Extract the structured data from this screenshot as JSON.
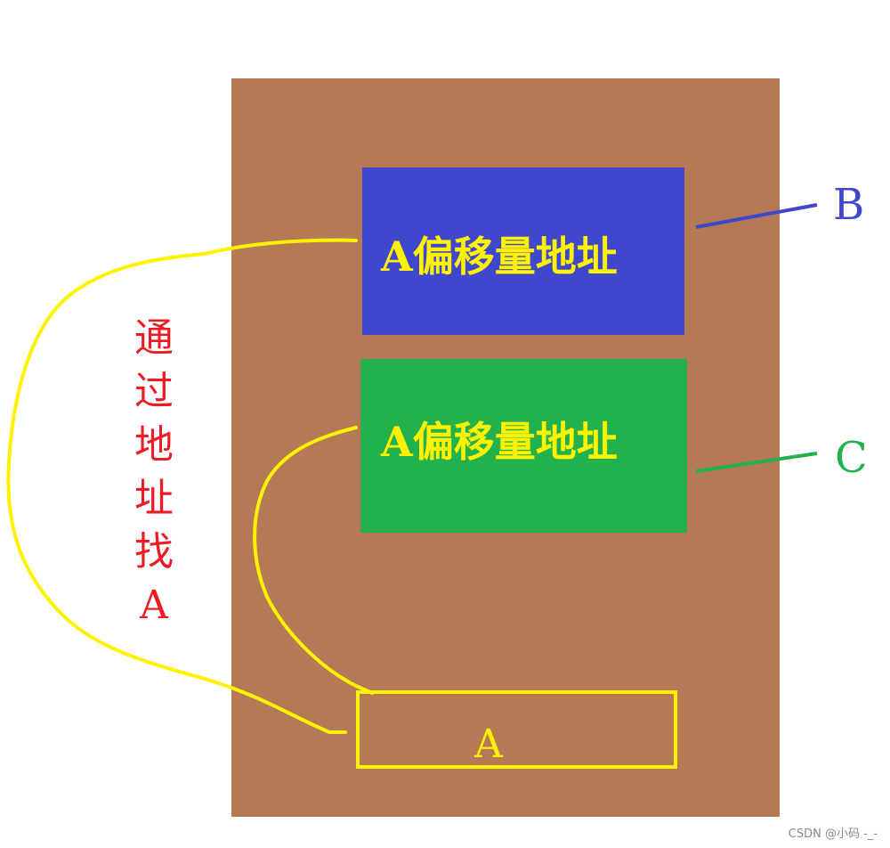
{
  "blocks": {
    "b_text": "A偏移量地址",
    "c_text": "A偏移量地址",
    "a_text": "A"
  },
  "side_labels": {
    "b": "B",
    "c": "C"
  },
  "caption": [
    "通",
    "过",
    "地",
    "址",
    "找",
    "A"
  ],
  "watermark": "CSDN @小码 -_-",
  "colors": {
    "container": "#b57a55",
    "block_b": "#3f47cc",
    "block_c": "#22b14c",
    "highlight": "#fff200",
    "caption": "#ed1c24"
  }
}
